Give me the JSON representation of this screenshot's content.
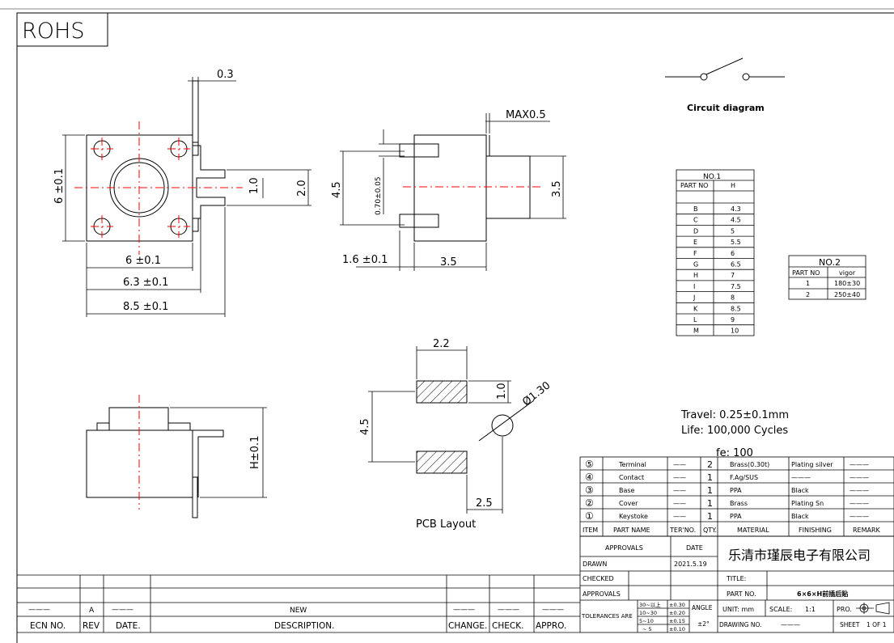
{
  "rohs": "ROHS",
  "circuit_label": "Circuit diagram",
  "dims": {
    "d03": "0.3",
    "d6": "6 ±0.1",
    "d6v": "6 ±0.1",
    "d10": "1.0",
    "d20": "2.0",
    "d63": "6.3 ±0.1",
    "d85": "8.5 ±0.1",
    "max05": "MAX0.5",
    "d45": "4.5",
    "d070": "0.70±0.05",
    "d35": "3.5",
    "d16": "1.6 ±0.1",
    "d35b": "3.5",
    "pcb22": "2.2",
    "pcb10": "1.0",
    "pcb45": "4.5",
    "pcb25": "2.5",
    "pcb130": "Ø1.30",
    "h01": "H±0.1"
  },
  "pcb_label": "PCB Layout",
  "no1": {
    "title": "NO.1",
    "headers": [
      "PART NO",
      "H"
    ],
    "rows": [
      [
        "B",
        "4.3"
      ],
      [
        "C",
        "4.5"
      ],
      [
        "D",
        "5"
      ],
      [
        "E",
        "5.5"
      ],
      [
        "F",
        "6"
      ],
      [
        "G",
        "6.5"
      ],
      [
        "H",
        "7"
      ],
      [
        "I",
        "7.5"
      ],
      [
        "J",
        "8"
      ],
      [
        "K",
        "8.5"
      ],
      [
        "L",
        "9"
      ],
      [
        "M",
        "10"
      ]
    ]
  },
  "no2": {
    "title": "NO.2",
    "headers": [
      "PART NO",
      "vigor"
    ],
    "rows": [
      [
        "1",
        "180±30"
      ],
      [
        "2",
        "250±40"
      ]
    ]
  },
  "specs": {
    "travel": "Travel: 0.25±0.1mm",
    "life": "Life: 100,000 Cycles",
    "fe": "fe: 100"
  },
  "bom": {
    "rows": [
      {
        "item": "⑤",
        "name": "Terminal",
        "ter": "——",
        "qty": "2",
        "material": "Brass(0.30t)",
        "finish": "Plating silver",
        "remark": "———"
      },
      {
        "item": "④",
        "name": "Contact",
        "ter": "——",
        "qty": "1",
        "material": "F.Ag/SUS",
        "finish": "———",
        "remark": "———"
      },
      {
        "item": "③",
        "name": "Base",
        "ter": "——",
        "qty": "1",
        "material": "PPA",
        "finish": "Black",
        "remark": "———"
      },
      {
        "item": "②",
        "name": "Cover",
        "ter": "——",
        "qty": "1",
        "material": "Brass",
        "finish": "Plating Sn",
        "remark": "———"
      },
      {
        "item": "①",
        "name": "Keystoke",
        "ter": "——",
        "qty": "1",
        "material": "PPA",
        "finish": "Black",
        "remark": "———"
      }
    ],
    "headers": {
      "item": "ITEM",
      "name": "PART NAME",
      "ter": "TER'NO.",
      "qty": "QTY.",
      "material": "MATERIAL",
      "finish": "FINISHING",
      "remark": "REMARK"
    }
  },
  "title_block": {
    "approvals": "APPROVALS",
    "date": "DATE",
    "company": "乐清市瑾辰电子有限公司",
    "drawn": "DRAWN",
    "drawn_date": "2021.5.19",
    "checked": "CHECKED",
    "title_label": "TITLE:",
    "approvals2": "APPROVALS",
    "part_no": "PART NO.",
    "part_value": "6×6×H前插后贴",
    "tolerances": "TOLERANCES ARE",
    "tol_ranges": [
      "30~以上",
      "10~30",
      "5~10",
      "~ 5"
    ],
    "tol_values": [
      "±0.30",
      "±0.20",
      "±0.15",
      "±0.10"
    ],
    "angle": "ANGLE",
    "angle_val": "±2°",
    "unit": "UNIT: mm",
    "scale": "SCALE:",
    "scale_val": "1:1",
    "proj": "PRO.",
    "drawing_no": "DRAWING NO.",
    "drawing_no_val": "———",
    "sheet": "SHEET",
    "sheet_val": "1 OF 1"
  },
  "revision": {
    "ecn": "ECN NO.",
    "rev": "REV",
    "date": "DATE.",
    "desc": "DESCRIPTION.",
    "change": "CHANGE.",
    "check": "CHECK.",
    "appro": "APPRO.",
    "ecn_val": "———",
    "rev_val": "A",
    "date_val": "———",
    "desc_val": "NEW",
    "change_val": "———",
    "check_val": "———",
    "appro_val": "———"
  },
  "colors": {
    "center_line": "#ff0000",
    "line": "#000000"
  }
}
